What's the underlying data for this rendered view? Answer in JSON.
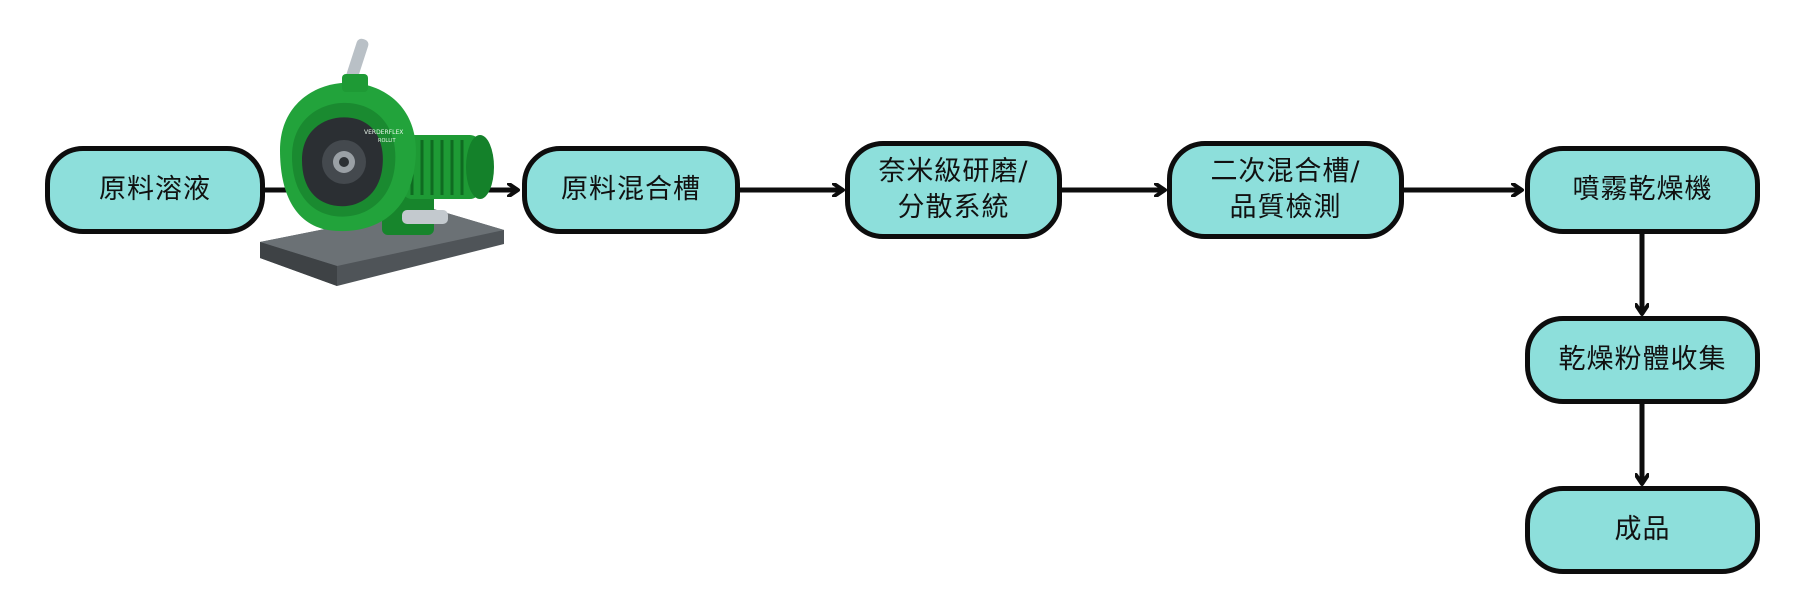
{
  "colors": {
    "node_fill": "#8ddfdb",
    "node_border": "#0d0d0d",
    "connector": "#0d0d0d",
    "pump_green": "#1fa33a",
    "pump_base": "#555a5e"
  },
  "nodes": {
    "raw_solution": "原料溶液",
    "raw_mixing_tank": "原料混合槽",
    "nano_grinding": "奈米級研磨/\n分散系統",
    "secondary_mixing": "二次混合槽/\n品質檢測",
    "spray_dryer": "噴霧乾燥機",
    "powder_collection": "乾燥粉體收集",
    "finished_product": "成品"
  },
  "illustration": {
    "icon": "peristaltic-pump-icon",
    "brand_text": "VERDERFLEX",
    "model_text": "ROLLIT"
  }
}
